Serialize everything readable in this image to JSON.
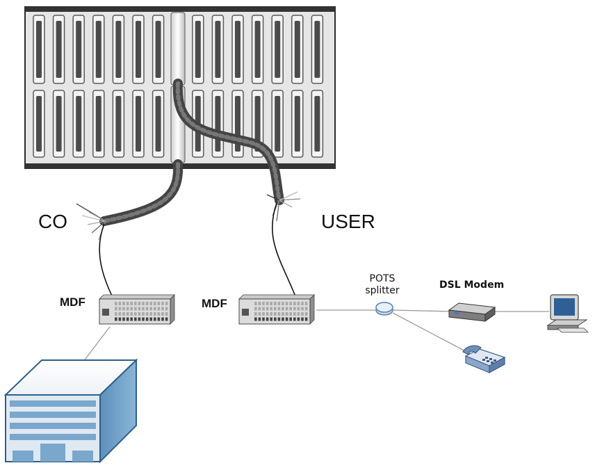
{
  "labels": {
    "co": "CO",
    "user": "USER",
    "mdf_left": "MDF",
    "mdf_right": "MDF",
    "pots_line1": "POTS",
    "pots_line2": "splitter",
    "dsl_modem": "DSL Modem"
  },
  "icons": {
    "patch_panel": "patch-panel-icon",
    "mdf": "mdf-icon",
    "central_office": "server-cabinet-icon",
    "splitter": "splitter-icon",
    "modem": "modem-icon",
    "phone": "telephone-icon",
    "computer": "computer-icon"
  },
  "colors": {
    "panel": "#e8e8e8",
    "connector": "#5a5a5a",
    "cable": "#555555",
    "cabinet": "#6fa0c8",
    "line": "#9a9a9a"
  },
  "panel": {
    "columns": 15,
    "rows": 2
  }
}
